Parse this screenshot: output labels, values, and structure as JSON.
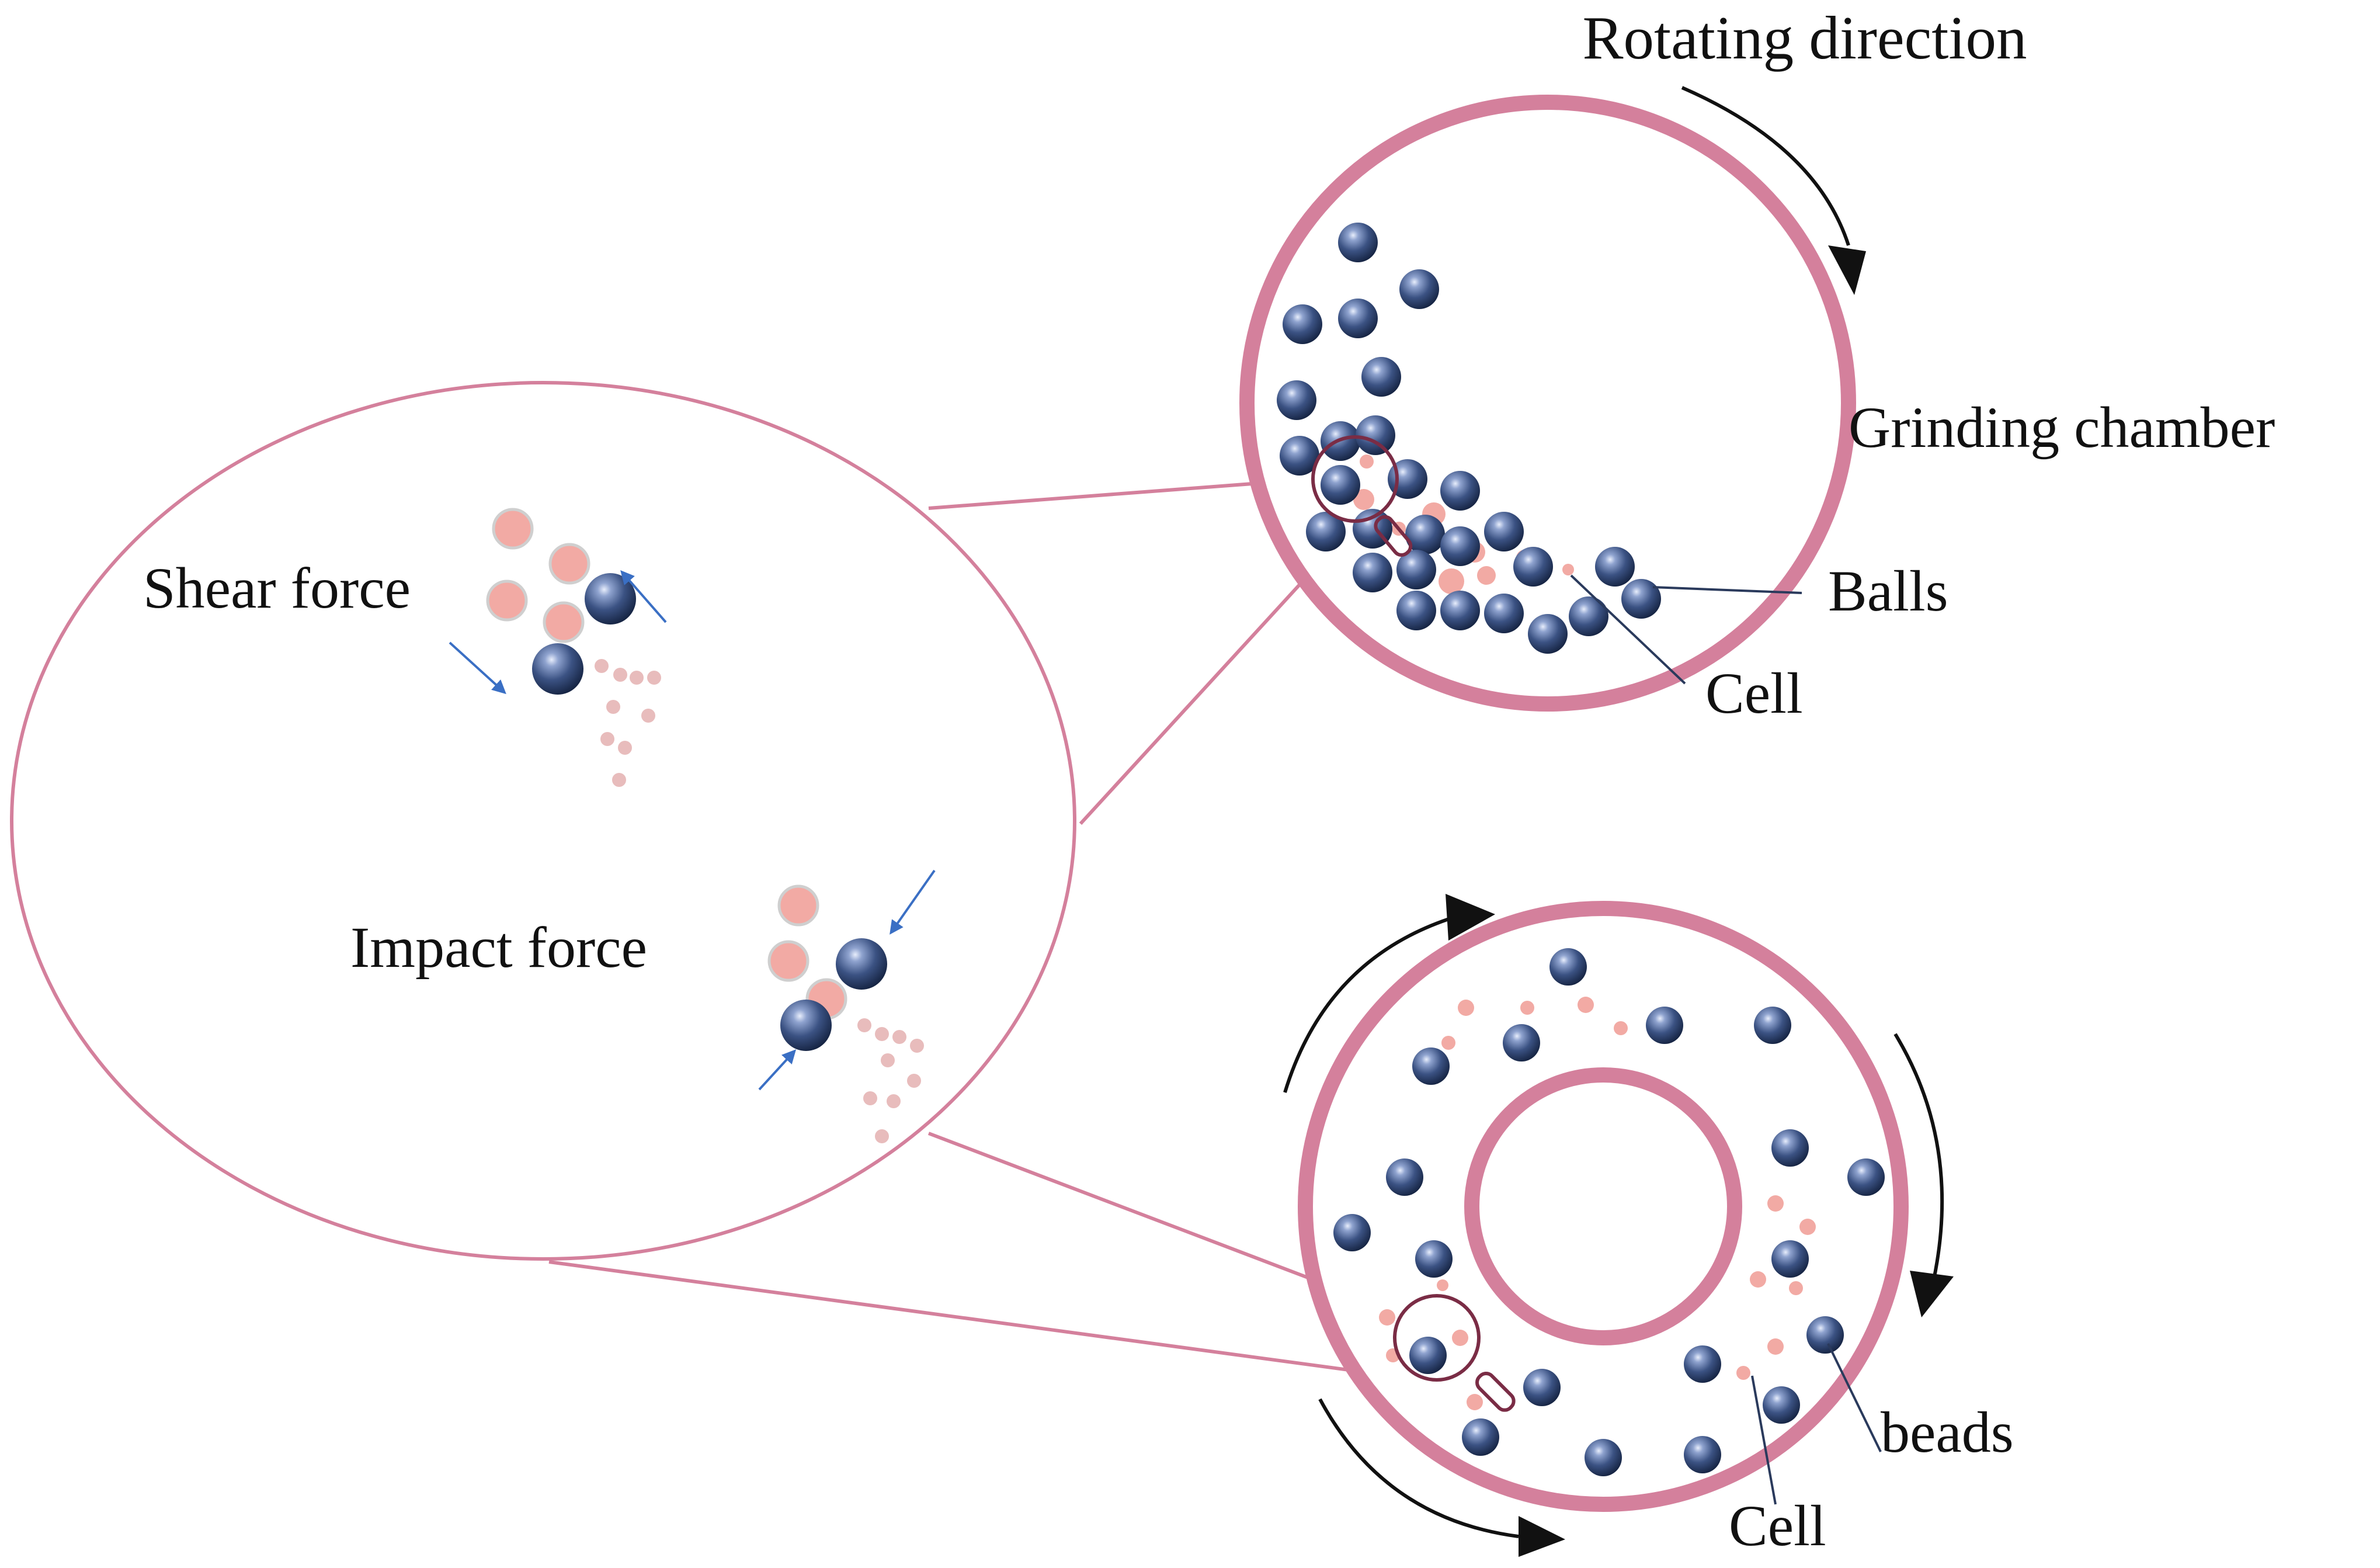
{
  "labels": {
    "rotating_direction": "Rotating direction",
    "grinding_chamber": "Grinding chamber",
    "balls": "Balls",
    "cell_top": "Cell",
    "shear_force": "Shear force",
    "impact_force": "Impact force",
    "beads": "beads",
    "cell_bottom": "Cell"
  },
  "colors": {
    "chamber_wall": "#d4809c",
    "zoom_line": "#d4809c",
    "ball": "#2b3f66",
    "cell": "#f2aaa4",
    "force_arrow": "#3a6fc4",
    "rotation_arrow": "#111111",
    "leader_line": "#2a3a5c"
  }
}
